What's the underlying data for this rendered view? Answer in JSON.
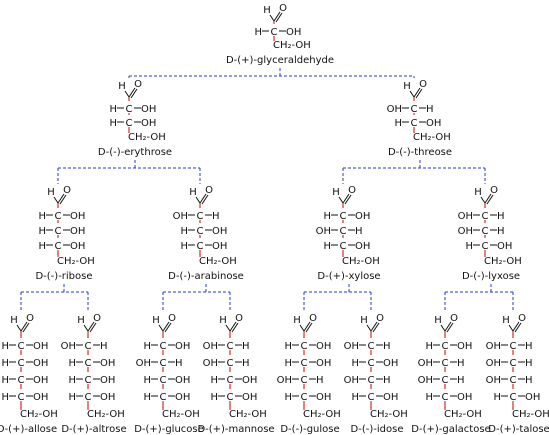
{
  "labels": {
    "aldehyde": "H",
    "carbonyl_o": "O",
    "carbon": "C",
    "hydrogen": "H",
    "hydroxyl": "OH",
    "terminal": "CH₂-OH"
  },
  "colors": {
    "carbon": "#cc0000",
    "text": "#111111",
    "connector": "#2a3fbf"
  },
  "tree": {
    "name": "D-(+)-glyceraldehyde",
    "config": [
      "R"
    ],
    "children": [
      {
        "name": "D-(-)-erythrose",
        "config": [
          "R",
          "R"
        ],
        "children": [
          {
            "name": "D-(-)-ribose",
            "config": [
              "R",
              "R",
              "R"
            ],
            "children": [
              {
                "name": "D-(+)-allose",
                "config": [
                  "R",
                  "R",
                  "R",
                  "R"
                ]
              },
              {
                "name": "D-(+)-altrose",
                "config": [
                  "L",
                  "R",
                  "R",
                  "R"
                ]
              }
            ]
          },
          {
            "name": "D-(-)-arabinose",
            "config": [
              "L",
              "R",
              "R"
            ],
            "children": [
              {
                "name": "D-(+)-glucose",
                "config": [
                  "R",
                  "L",
                  "R",
                  "R"
                ]
              },
              {
                "name": "D-(+)-mannose",
                "config": [
                  "L",
                  "L",
                  "R",
                  "R"
                ]
              }
            ]
          }
        ]
      },
      {
        "name": "D-(-)-threose",
        "config": [
          "L",
          "R"
        ],
        "children": [
          {
            "name": "D-(+)-xylose",
            "config": [
              "R",
              "L",
              "R"
            ],
            "children": [
              {
                "name": "D-(-)-gulose",
                "config": [
                  "R",
                  "R",
                  "L",
                  "R"
                ]
              },
              {
                "name": "D-(-)-idose",
                "config": [
                  "L",
                  "R",
                  "L",
                  "R"
                ]
              }
            ]
          },
          {
            "name": "D-(-)-lyxose",
            "config": [
              "L",
              "L",
              "R"
            ],
            "children": [
              {
                "name": "D-(+)-galactose",
                "config": [
                  "R",
                  "L",
                  "L",
                  "R"
                ]
              },
              {
                "name": "D-(+)-talose",
                "config": [
                  "L",
                  "L",
                  "L",
                  "R"
                ]
              }
            ]
          }
        ]
      }
    ]
  }
}
